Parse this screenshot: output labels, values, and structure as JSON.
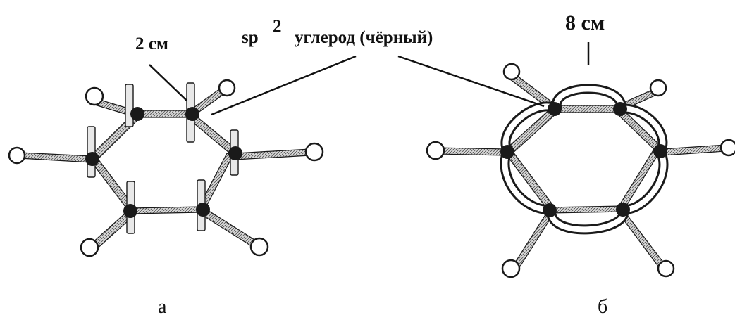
{
  "labels": {
    "size_left": "2 см",
    "size_right": "8 см",
    "sp_prefix": "sp",
    "sp_superscript": "2",
    "carbon": "углерод (чёрный)",
    "caption_left": "а",
    "caption_right": "б"
  },
  "colors": {
    "carbon_atom": "#1a1a1a",
    "hydrogen_atom": "#ffffff",
    "bond": "#bdbdbd",
    "outline": "#1a1a1a"
  }
}
